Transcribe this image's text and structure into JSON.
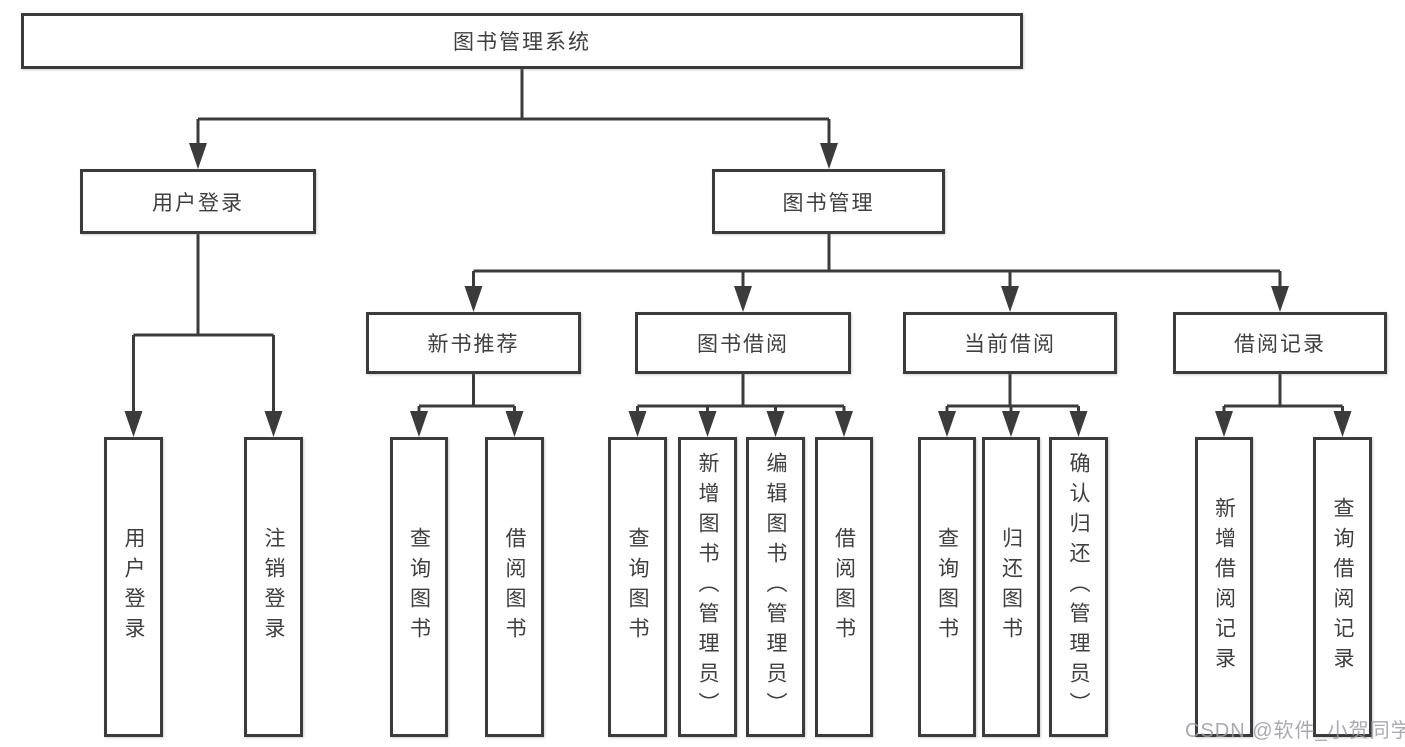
{
  "diagram": {
    "root": {
      "label": "图书管理系统"
    },
    "level1": [
      {
        "label": "用户登录"
      },
      {
        "label": "图书管理"
      }
    ],
    "level2": [
      {
        "label": "新书推荐"
      },
      {
        "label": "图书借阅"
      },
      {
        "label": "当前借阅"
      },
      {
        "label": "借阅记录"
      }
    ],
    "leaves": [
      {
        "label": "用户登录",
        "parent": "用户登录"
      },
      {
        "label": "注销登录",
        "parent": "用户登录"
      },
      {
        "label": "查询图书",
        "parent": "新书推荐"
      },
      {
        "label": "借阅图书",
        "parent": "新书推荐"
      },
      {
        "label": "查询图书",
        "parent": "图书借阅"
      },
      {
        "label": "新增图书（管理员）",
        "parent": "图书借阅"
      },
      {
        "label": "编辑图书（管理员）",
        "parent": "图书借阅"
      },
      {
        "label": "借阅图书",
        "parent": "图书借阅"
      },
      {
        "label": "查询图书",
        "parent": "当前借阅"
      },
      {
        "label": "归还图书",
        "parent": "当前借阅"
      },
      {
        "label": "确认归还（管理员）",
        "parent": "当前借阅"
      },
      {
        "label": "新增借阅记录",
        "parent": "借阅记录"
      },
      {
        "label": "查询借阅记录",
        "parent": "借阅记录"
      }
    ]
  },
  "watermark": {
    "text": "CSDN @软件_小贺同学"
  },
  "colors": {
    "line": "#3b3b3b",
    "text": "#3f3f3f",
    "watermark": "#9b9ba5",
    "background": "#ffffff"
  }
}
